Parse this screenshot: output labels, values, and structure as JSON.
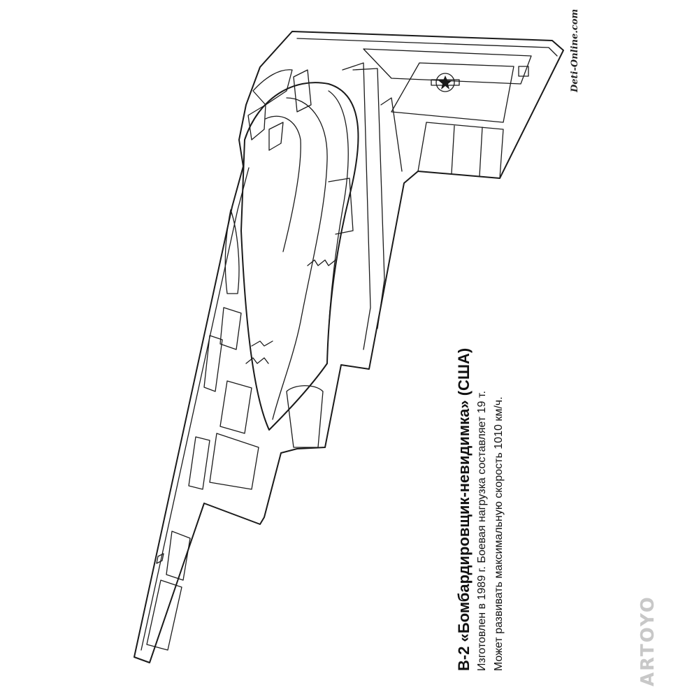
{
  "caption": {
    "title": "B-2 «Бомбардировщик-невидимка» (США)",
    "line1": "Изготовлен в 1989 г. Боевая нагрузка составляет 19 т.",
    "line2": "Может развивать максимальную скорость 1010 км/ч."
  },
  "watermark": "Deti-Online.com",
  "brand": "ARTOYO",
  "illustration": {
    "subject": "b2-stealth-bomber-outline"
  }
}
